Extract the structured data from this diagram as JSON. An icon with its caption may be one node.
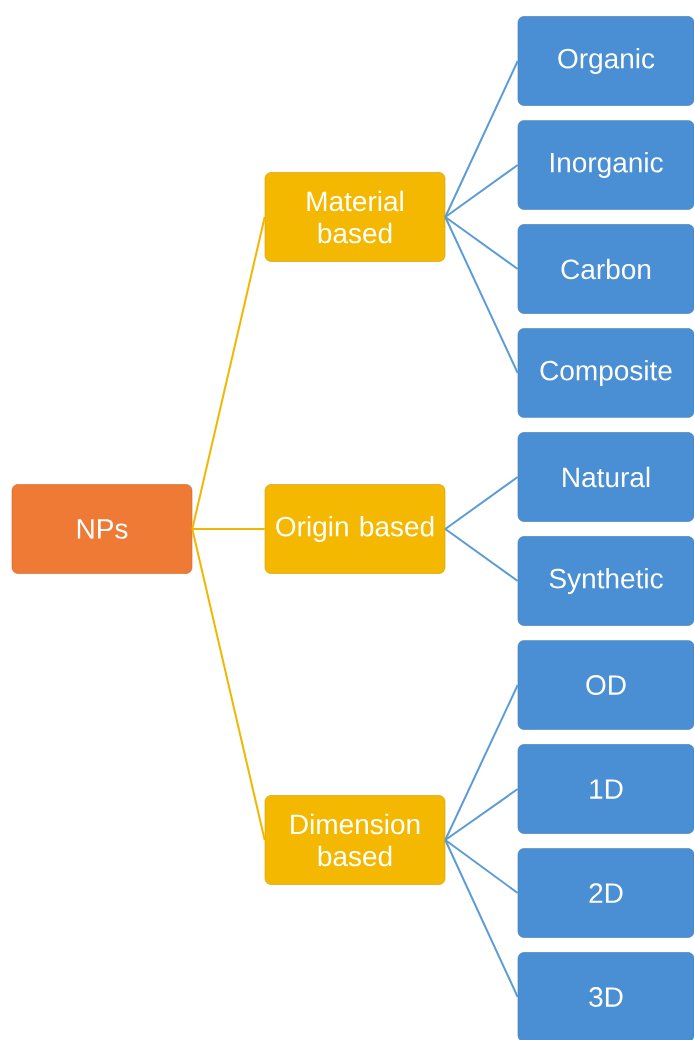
{
  "diagram": {
    "nodes": [
      {
        "text": [
          "NPs"
        ]
      },
      {
        "text": [
          "Material based"
        ]
      },
      {
        "text": [
          "Origin based"
        ]
      },
      {
        "text": [
          "Dimension based"
        ]
      },
      {
        "text": [
          "Organic"
        ]
      },
      {
        "text": [
          "Inorganic"
        ]
      },
      {
        "text": [
          "Carbon"
        ]
      },
      {
        "text": [
          "Composite"
        ]
      },
      {
        "text": [
          "Natural"
        ]
      },
      {
        "text": [
          "Synthetic"
        ]
      },
      {
        "text": [
          "OD"
        ]
      },
      {
        "text": [
          "1D"
        ]
      },
      {
        "text": [
          "2D"
        ]
      },
      {
        "text": [
          "3D"
        ]
      }
    ],
    "edges": [
      {
        "from": 0,
        "to": 1,
        "arrow": "none",
        "color": "#f2b600"
      },
      {
        "from": 0,
        "to": 2,
        "arrow": "none",
        "color": "#f2b600"
      },
      {
        "from": 0,
        "to": 3,
        "arrow": "none",
        "color": "#f2b600"
      },
      {
        "from": 1,
        "to": 4,
        "arrow": "none"
      },
      {
        "from": 1,
        "to": 5,
        "arrow": "none"
      },
      {
        "from": 1,
        "to": 6,
        "arrow": "none"
      },
      {
        "from": 1,
        "to": 7,
        "arrow": "none"
      },
      {
        "from": 2,
        "to": 8,
        "arrow": "none"
      },
      {
        "from": 2,
        "to": 9,
        "arrow": "none"
      },
      {
        "from": 3,
        "to": 10,
        "arrow": "none"
      },
      {
        "from": 3,
        "to": 11,
        "arrow": "none"
      },
      {
        "from": 3,
        "to": 12,
        "arrow": "none"
      },
      {
        "from": 3,
        "to": 13,
        "arrow": "none"
      }
    ]
  }
}
